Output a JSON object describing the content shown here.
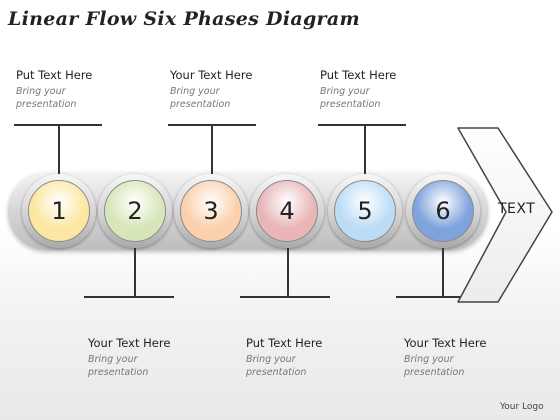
{
  "title": "Linear Flow Six Phases Diagram",
  "arrow_label": "TEXT",
  "logo": "Your Logo",
  "phases": [
    {
      "number": "1",
      "color": "#fbe7a1",
      "label_title": "Put Text Here",
      "label_sub": "Bring your presentation",
      "label_pos": "top"
    },
    {
      "number": "2",
      "color": "#d6e6b8",
      "label_title": "Your Text Here",
      "label_sub": "Bring your presentation",
      "label_pos": "bottom"
    },
    {
      "number": "3",
      "color": "#fbd0ad",
      "label_title": "Your Text Here",
      "label_sub": "Bring your presentation",
      "label_pos": "top"
    },
    {
      "number": "4",
      "color": "#e9b5b6",
      "label_title": "Put Text Here",
      "label_sub": "Bring your presentation",
      "label_pos": "bottom"
    },
    {
      "number": "5",
      "color": "#bcdcf5",
      "label_title": "Put Text Here",
      "label_sub": "Bring your presentation",
      "label_pos": "top"
    },
    {
      "number": "6",
      "color": "#7fa3dc",
      "label_title": "Your Text Here",
      "label_sub": "Bring your presentation",
      "label_pos": "bottom"
    }
  ]
}
